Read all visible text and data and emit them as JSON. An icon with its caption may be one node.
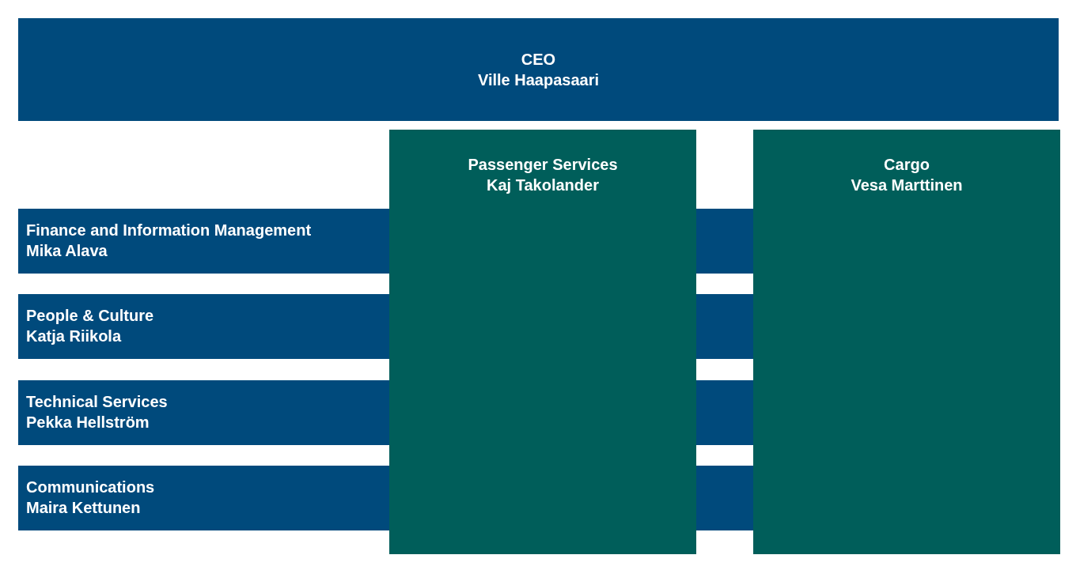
{
  "diagram": {
    "nodes": [
      {
        "text": [
          "CEO",
          "Ville Haapasaari"
        ]
      },
      {
        "text": [
          "Passenger Services",
          "Kaj Takolander"
        ]
      },
      {
        "text": [
          "Cargo",
          "Vesa Marttinen"
        ]
      },
      {
        "text": [
          "Finance and Information Management",
          "Mika Alava"
        ]
      },
      {
        "text": [
          "People & Culture",
          "Katja Riikola"
        ]
      },
      {
        "text": [
          "Technical Services",
          "Pekka Hellström"
        ]
      },
      {
        "text": [
          "Communications",
          "Maira Kettunen"
        ]
      },
      {
        "text": [],
        "shape": "bar"
      },
      {
        "text": [],
        "shape": "bar"
      },
      {
        "text": [],
        "shape": "bar"
      },
      {
        "text": [],
        "shape": "bar"
      }
    ]
  }
}
